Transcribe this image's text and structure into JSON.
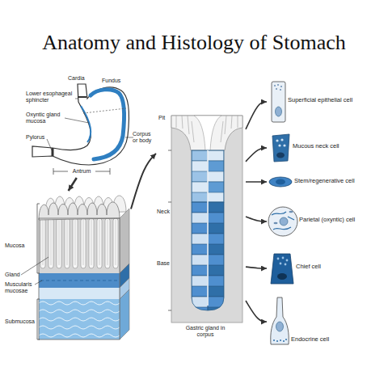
{
  "diagram": {
    "title": "Anatomy and Histology of Stomach",
    "nodes": [
      {
        "text": [
          "Cardia",
          "Fundus",
          "Lower esophageal sphincter",
          "Oxyntic gland mucosa",
          "Pylorus",
          "Corpus or body",
          "Antrum"
        ]
      },
      {
        "text": [
          "Mucosa",
          "Gland",
          "Muscularis mucosae",
          "Submucosa"
        ]
      },
      {
        "text": [
          "Pit",
          "Neck",
          "Base",
          "Gastric gland in corpus"
        ]
      },
      {
        "text": [
          "Superficial epithelial cell"
        ]
      },
      {
        "text": [
          "Mucous neck cell"
        ]
      },
      {
        "text": [
          "Stem/regenerative cell"
        ]
      },
      {
        "text": [
          "Parietal (oxyntic) cell"
        ]
      },
      {
        "text": [
          "Chief cell"
        ]
      },
      {
        "text": [
          "Endocrine cell"
        ]
      }
    ],
    "edges": [
      {
        "from": 0,
        "to": 1,
        "arrow": "to"
      },
      {
        "from": 1,
        "to": 2,
        "arrow": "to"
      },
      {
        "from": 2,
        "to": 3,
        "arrow": "to"
      },
      {
        "from": 2,
        "to": 4,
        "arrow": "to"
      },
      {
        "from": 2,
        "to": 5,
        "arrow": "to"
      },
      {
        "from": 2,
        "to": 6,
        "arrow": "to"
      },
      {
        "from": 2,
        "to": 7,
        "arrow": "to"
      },
      {
        "from": 2,
        "to": 8,
        "arrow": "to"
      }
    ]
  }
}
